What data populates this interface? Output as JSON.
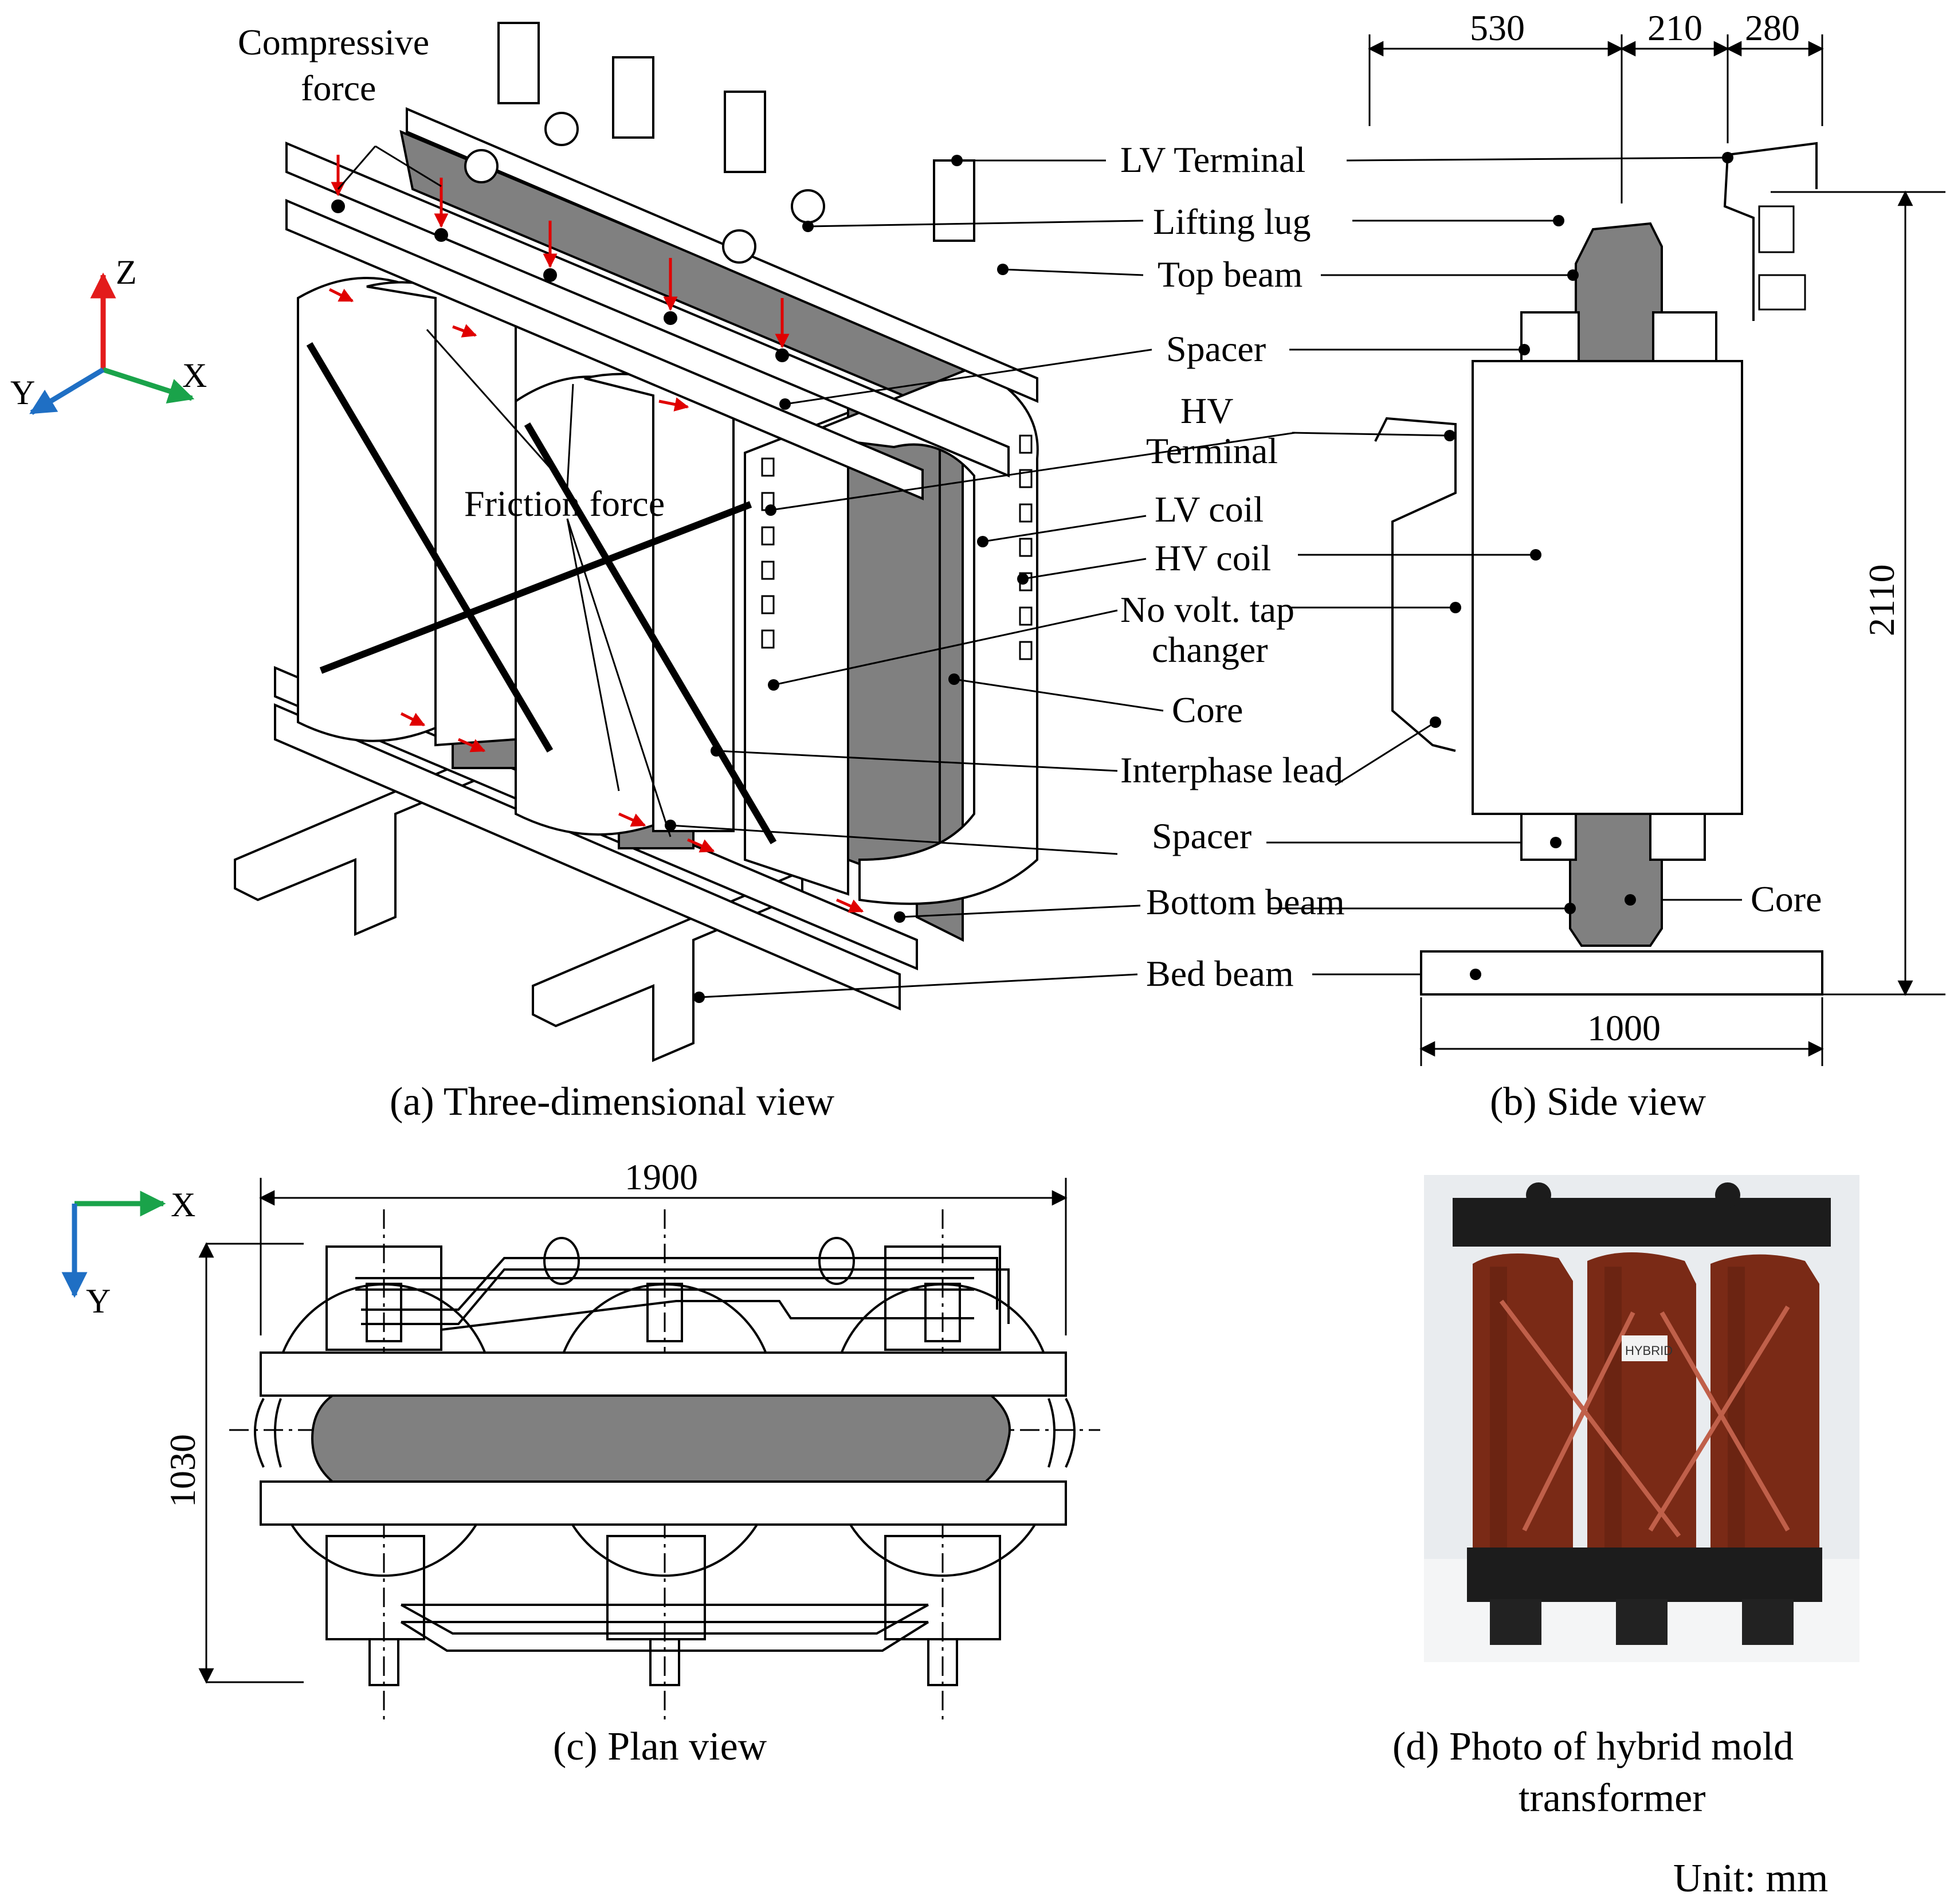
{
  "figure": {
    "unit": "Unit: mm",
    "axes_3d": {
      "z": "Z",
      "x": "X",
      "y": "Y"
    },
    "axes_plan": {
      "x": "X",
      "y": "Y"
    },
    "panel_a": {
      "caption": "(a) Three-dimensional view",
      "labels": {
        "compressive_1": "Compressive",
        "compressive_2": "force",
        "friction": "Friction force",
        "lv_terminal": "LV Terminal",
        "lifting_lug": "Lifting lug",
        "top_beam": "Top beam",
        "spacer_top": "Spacer",
        "hv_terminal_1": "HV",
        "hv_terminal_2": "Terminal",
        "lv_coil": "LV coil",
        "hv_coil": "HV coil",
        "tap_1": "No volt. tap",
        "tap_2": "changer",
        "core": "Core",
        "interphase": "Interphase lead",
        "spacer_bottom": "Spacer",
        "bottom_beam": "Bottom beam",
        "bed_beam": "Bed beam"
      }
    },
    "panel_b": {
      "caption": "(b) Side view",
      "dims": {
        "d530": "530",
        "d210": "210",
        "d280": "280",
        "d2110": "2110",
        "d1000": "1000"
      },
      "core": "Core"
    },
    "panel_c": {
      "caption": "(c) Plan view",
      "dims": {
        "d1900": "1900",
        "d1030": "1030"
      }
    },
    "panel_d": {
      "caption_1": "(d) Photo of hybrid mold",
      "caption_2": "transformer",
      "badge": "HYBRID"
    },
    "colors": {
      "z_axis": "#e31b1b",
      "x_axis": "#1aa34a",
      "y_axis": "#1f6fc4",
      "force_arrow": "#e00000",
      "coil_photo": "#7a2a16",
      "core_fill": "#808080"
    }
  }
}
